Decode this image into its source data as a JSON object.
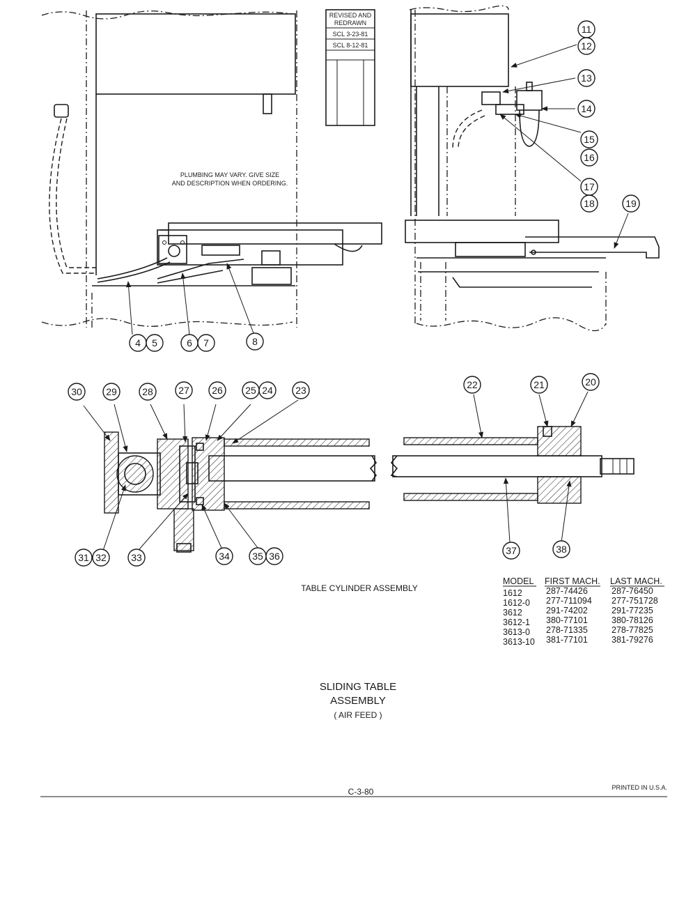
{
  "revision_box": {
    "heading": [
      "REVISED AND",
      "REDRAWN"
    ],
    "entries": [
      "SCL 3-23-81",
      "SCL 8-12-81"
    ]
  },
  "notes": {
    "plumbing": [
      "PLUMBING MAY VARY. GIVE SIZE",
      "AND DESCRIPTION WHEN ORDERING."
    ],
    "cylinder_caption": "TABLE CYLINDER ASSEMBLY"
  },
  "callouts": {
    "c4": "4",
    "c5": "5",
    "c6": "6",
    "c7": "7",
    "c8": "8",
    "c11": "11",
    "c12": "12",
    "c13": "13",
    "c14": "14",
    "c15": "15",
    "c16": "16",
    "c17": "17",
    "c18": "18",
    "c19": "19",
    "c20": "20",
    "c21": "21",
    "c22": "22",
    "c23": "23",
    "c24": "24",
    "c25": "25",
    "c26": "26",
    "c27": "27",
    "c28": "28",
    "c29": "29",
    "c30": "30",
    "c31": "31",
    "c32": "32",
    "c33": "33",
    "c34": "34",
    "c35": "35",
    "c36": "36",
    "c37": "37",
    "c38": "38"
  },
  "model_table": {
    "headers": [
      "MODEL",
      "FIRST MACH.",
      "LAST MACH."
    ],
    "rows": [
      [
        "1612",
        "287-74426",
        "287-76450"
      ],
      [
        "1612-0",
        "277-711094",
        "277-751728"
      ],
      [
        "3612",
        "291-74202",
        "291-77235"
      ],
      [
        "3612-1",
        "380-77101",
        "380-78126"
      ],
      [
        "3613-0",
        "278-71335",
        "278-77825"
      ],
      [
        "3613-10",
        "381-77101",
        "381-79276"
      ]
    ]
  },
  "title": {
    "line1": "SLIDING TABLE",
    "line2": "ASSEMBLY",
    "line3": "( AIR FEED )"
  },
  "footer": {
    "page_code": "C-3-80",
    "printed": "PRINTED IN U.S.A."
  }
}
